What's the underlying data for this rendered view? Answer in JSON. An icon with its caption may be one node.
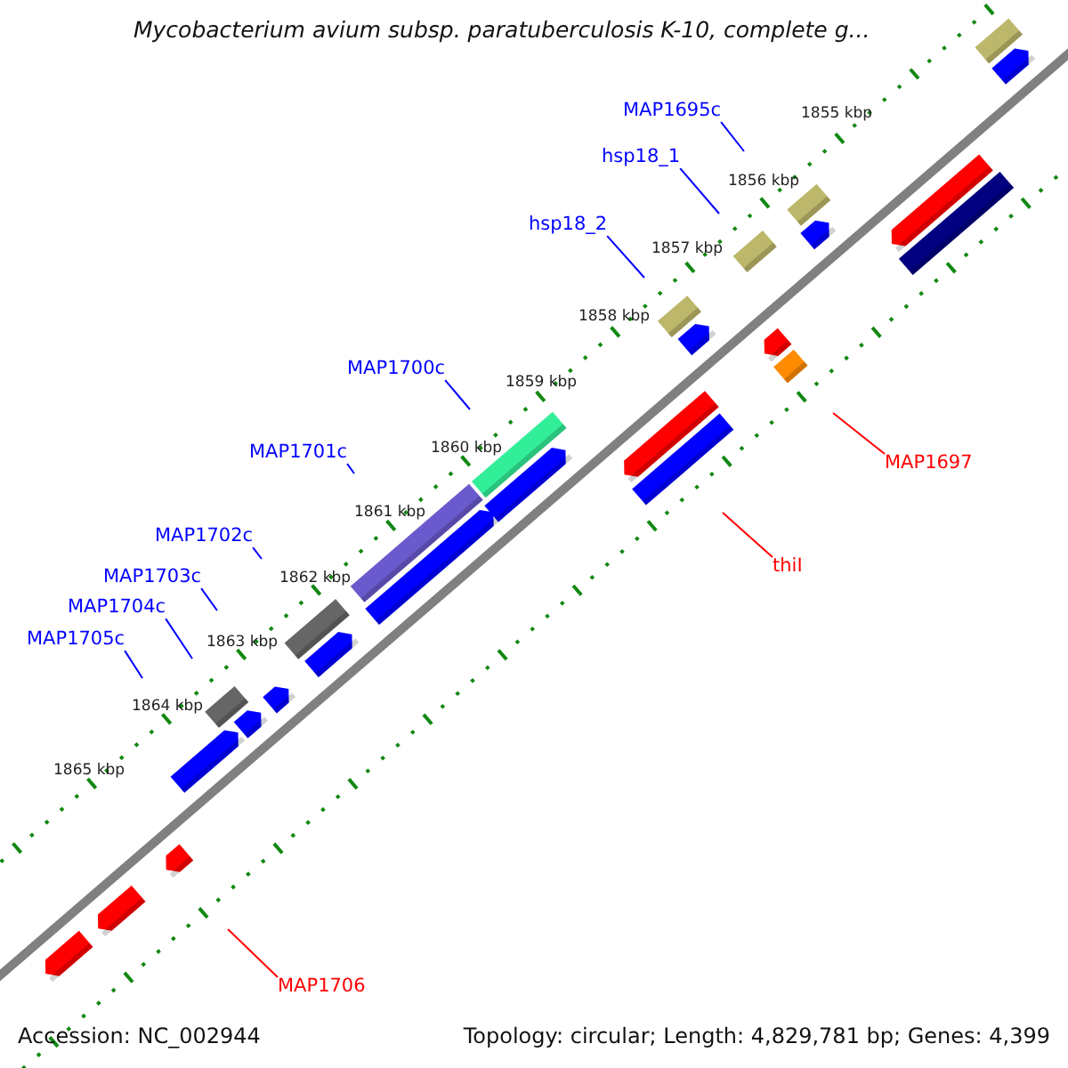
{
  "diagram": {
    "title": "Mycobacterium avium subsp. paratuberculosis K-10, complete g...",
    "nodes": [
      {
        "text": [
          "MAP1695c"
        ]
      },
      {
        "text": [
          "hsp18_1"
        ]
      },
      {
        "text": [
          "hsp18_2"
        ]
      },
      {
        "text": [
          "MAP1700c"
        ]
      },
      {
        "text": [
          "MAP1701c"
        ]
      },
      {
        "text": [
          "MAP1702c"
        ]
      },
      {
        "text": [
          "MAP1703c"
        ]
      },
      {
        "text": [
          "MAP1704c"
        ]
      },
      {
        "text": [
          "MAP1705c"
        ]
      },
      {
        "text": [
          "MAP1697"
        ]
      },
      {
        "text": [
          "thiI"
        ]
      },
      {
        "text": [
          "MAP1706"
        ]
      }
    ],
    "edges": [
      {
        "from": 0,
        "to": null,
        "arrow": "none"
      },
      {
        "from": 1,
        "to": null,
        "arrow": "none"
      },
      {
        "from": 2,
        "to": null,
        "arrow": "none"
      },
      {
        "from": 3,
        "to": null,
        "arrow": "none"
      },
      {
        "from": 4,
        "to": null,
        "arrow": "none"
      },
      {
        "from": 5,
        "to": null,
        "arrow": "none"
      },
      {
        "from": 6,
        "to": null,
        "arrow": "none"
      },
      {
        "from": 7,
        "to": null,
        "arrow": "none"
      },
      {
        "from": 8,
        "to": null,
        "arrow": "none"
      },
      {
        "from": 9,
        "to": null,
        "arrow": "none",
        "color": "#ff0000"
      },
      {
        "from": 10,
        "to": null,
        "arrow": "none",
        "color": "#ff0000"
      },
      {
        "from": 11,
        "to": null,
        "arrow": "none",
        "color": "#ff0000"
      }
    ],
    "labels": [
      "1855 kbp",
      "1856 kbp",
      "1857 kbp",
      "1858 kbp",
      "1859 kbp",
      "1860 kbp",
      "1861 kbp",
      "1862 kbp",
      "1863 kbp",
      "1864 kbp",
      "1865 kbp",
      "Accession: NC_002944",
      "Topology: circular; Length: 4,829,781 bp; Genes: 4,399"
    ]
  }
}
